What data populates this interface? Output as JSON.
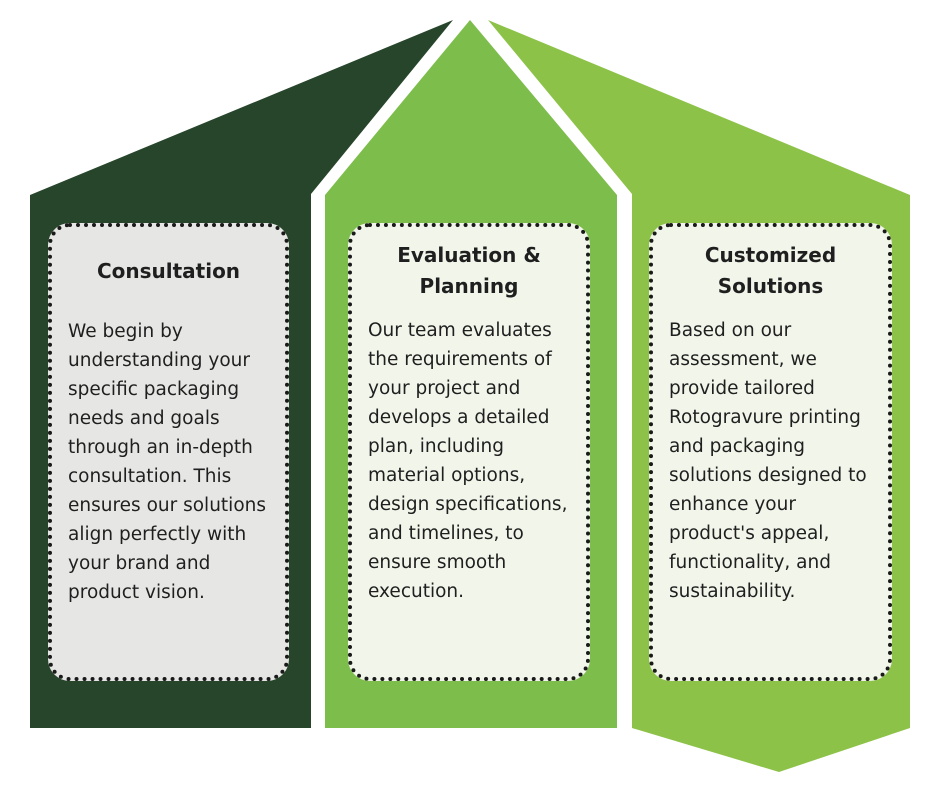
{
  "colors": {
    "dark_green": "#26452a",
    "mid_green": "#7cbd4b",
    "light_green": "#8dc249",
    "card_gray": "#e6e7e4",
    "card_light": "#f1f5ea"
  },
  "steps": [
    {
      "title": "Consultation",
      "description": "We begin by understanding your specific packaging needs and goals through an in-depth consultation. This ensures our solutions align perfectly with your brand and product vision."
    },
    {
      "title": "Evaluation & Planning",
      "description": "Our team evaluates the requirements of your project and develops a detailed plan, including material options, design specifications, and timelines, to ensure smooth execution."
    },
    {
      "title": "Customized Solutions",
      "description": "Based on our assessment, we provide tailored Rotogravure printing and packaging solutions designed to enhance your product's appeal, functionality, and sustainability."
    }
  ]
}
